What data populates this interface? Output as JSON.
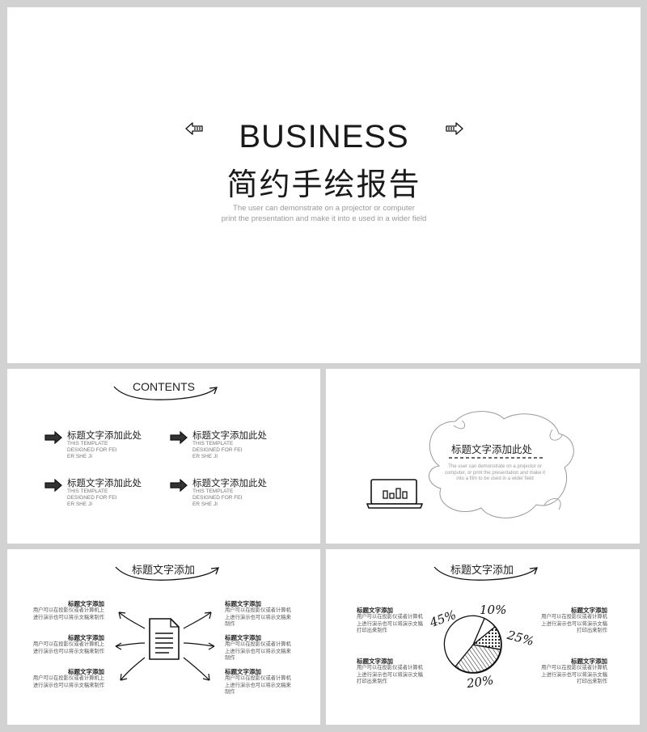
{
  "main": {
    "title": "BUSINESS",
    "subtitle": "简约手绘报告",
    "desc_line1": "The user can demonstrate on a projector or computer",
    "desc_line2": "print the presentation and make it into e used in a wider field"
  },
  "contents": {
    "title": "CONTENTS",
    "items": [
      {
        "title": "标题文字添加此处",
        "sub": "THIS TEMPLATE DESIGNED FOR FEI ER SHE JI"
      },
      {
        "title": "标题文字添加此处",
        "sub": "THIS TEMPLATE DESIGNED FOR FEI ER SHE JI"
      },
      {
        "title": "标题文字添加此处",
        "sub": "THIS TEMPLATE DESIGNED FOR FEI ER SHE JI"
      },
      {
        "title": "标题文字添加此处",
        "sub": "THIS TEMPLATE DESIGNED FOR FEI ER SHE JI"
      }
    ]
  },
  "bubble": {
    "title": "标题文字添加此处",
    "desc": "The user can demonstrate on a projector or computer, or print the presentation and make it into a film to be used in a wider field"
  },
  "doc_slide": {
    "title": "标题文字添加",
    "labels": [
      {
        "title": "标题文字添加",
        "desc": "用户可以在投影仪或者计算机上进行演示也可以将示文稿来制作"
      },
      {
        "title": "标题文字添加",
        "desc": "用户可以在投影仪或者计算机上进行演示也可以将示文稿来制作"
      },
      {
        "title": "标题文字添加",
        "desc": "用户可以在投影仪或者计算机上进行演示也可以将示文稿来制作"
      },
      {
        "title": "标题文字添加",
        "desc": "用户可以在投影仪或者计算机上进行演示也可以将示文稿来制作"
      },
      {
        "title": "标题文字添加",
        "desc": "用户可以在投影仪或者计算机上进行演示也可以将示文稿来制作"
      },
      {
        "title": "标题文字添加",
        "desc": "用户可以在投影仪或者计算机上进行演示也可以将示文稿来制作"
      }
    ]
  },
  "pie_slide": {
    "title": "标题文字添加",
    "labels": [
      {
        "title": "标题文字添加",
        "desc": "用户可以在投影仪或者计算机上进行演示也可以将演示文稿打印出来制作"
      },
      {
        "title": "标题文字添加",
        "desc": "用户可以在投影仪或者计算机上进行演示也可以将演示文稿打印出来制作"
      },
      {
        "title": "标题文字添加",
        "desc": "用户可以在投影仪或者计算机上进行演示也可以将演示文稿打印出来制作"
      },
      {
        "title": "标题文字添加",
        "desc": "用户可以在投影仪或者计算机上进行演示也可以将演示文稿打印出来制作"
      }
    ],
    "percent_labels": [
      "45%",
      "10%",
      "25%",
      "20%"
    ]
  },
  "colors": {
    "background": "#d2d2d2",
    "slide": "#ffffff",
    "ink": "#1a1a1a",
    "muted": "#9a9a9a"
  }
}
